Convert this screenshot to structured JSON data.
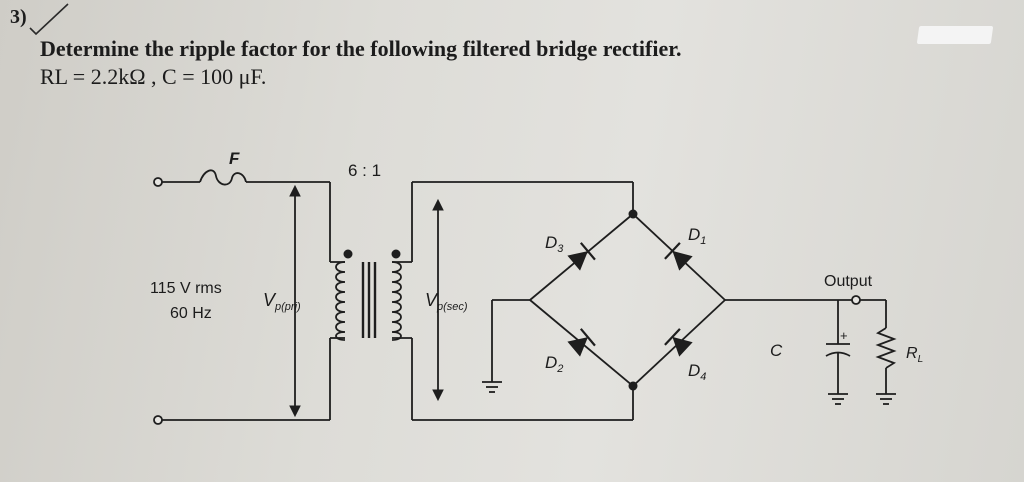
{
  "question": {
    "number": "3)",
    "line1": "Determine the ripple factor for the following filtered bridge rectifier.",
    "line2": "RL = 2.2kΩ ,  C = 100 μF."
  },
  "diagram": {
    "fuse_label": "F",
    "ratio_label": "6 : 1",
    "source_voltage": "115 V rms",
    "source_frequency": "60 Hz",
    "vpri_label": "V",
    "vpri_sub": "p(pri)",
    "vsec_label": "V",
    "vsec_sub": "p(sec)",
    "d1_label": "D",
    "d1_sub": "1",
    "d2_label": "D",
    "d2_sub": "2",
    "d3_label": "D",
    "d3_sub": "3",
    "d4_label": "D",
    "d4_sub": "4",
    "output_label": "Output",
    "cap_label": "C",
    "cap_polarity": "+",
    "rl_label": "R",
    "rl_sub": "L"
  }
}
